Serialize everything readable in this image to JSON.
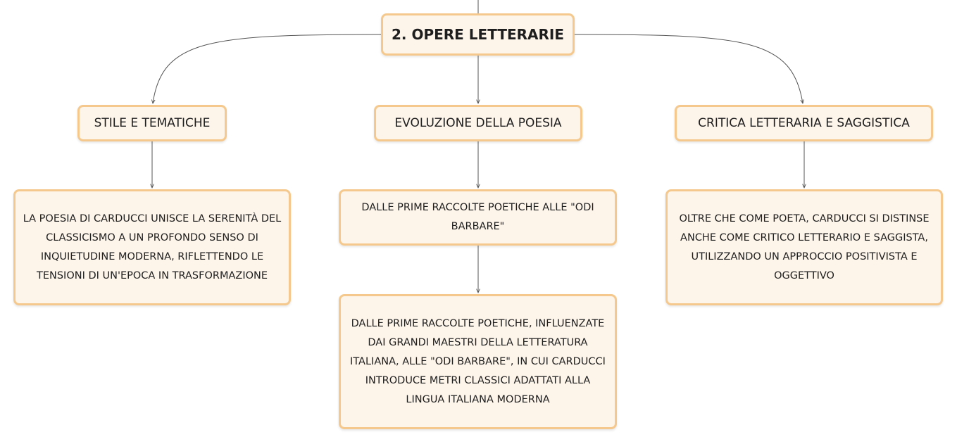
{
  "diagram": {
    "root": {
      "label": "2. OPERE LETTERARIE"
    },
    "branches": [
      {
        "label": "STILE E TEMATICHE",
        "children": [
          "LA POESIA DI CARDUCCI UNISCE LA SERENITÀ DEL CLASSICISMO A UN PROFONDO SENSO DI INQUIETUDINE MODERNA, RIFLETTENDO LE TENSIONI DI UN'EPOCA IN TRASFORMAZIONE"
        ]
      },
      {
        "label": "EVOLUZIONE DELLA POESIA",
        "children": [
          "DALLE PRIME RACCOLTE POETICHE ALLE \"ODI BARBARE\"",
          "DALLE PRIME RACCOLTE POETICHE, INFLUENZATE DAI GRANDI MAESTRI DELLA LETTERATURA ITALIANA, ALLE \"ODI BARBARE\", IN CUI CARDUCCI INTRODUCE METRI CLASSICI ADATTATI ALLA LINGUA ITALIANA MODERNA"
        ]
      },
      {
        "label": "CRITICA LETTERARIA E SAGGISTICA",
        "children": [
          "OLTRE CHE COME POETA, CARDUCCI SI DISTINSE ANCHE COME CRITICO LETTERARIO E SAGGISTA, UTILIZZANDO UN APPROCCIO POSITIVISTA E OGGETTIVO"
        ]
      }
    ]
  },
  "colors": {
    "node_fill": "#fdf4ea",
    "node_border": "#f5c98e",
    "connector": "#555555",
    "text": "#1e1e1e"
  }
}
